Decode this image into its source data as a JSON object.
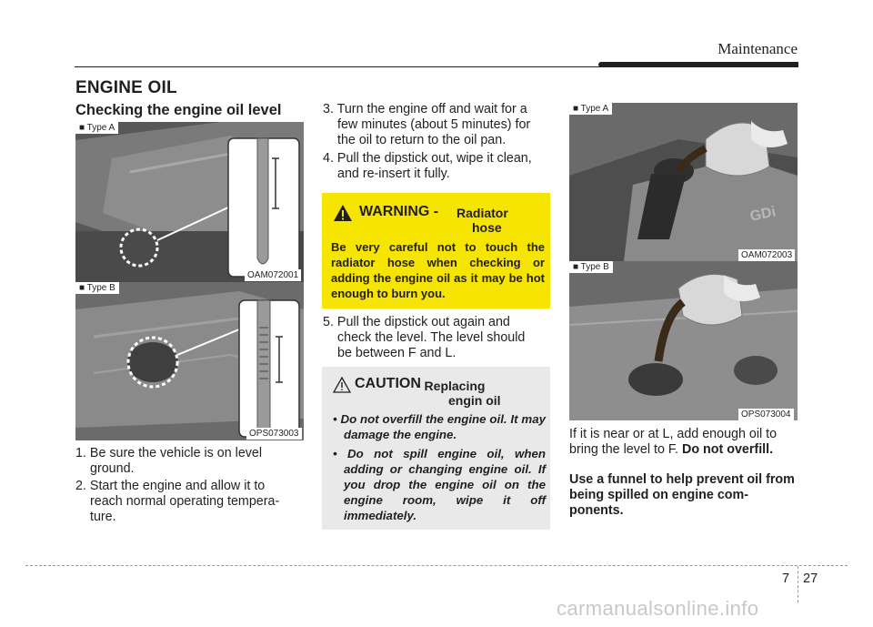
{
  "header": {
    "title": "Maintenance"
  },
  "section": {
    "title": "ENGINE OIL",
    "subtitle": "Checking the engine oil level"
  },
  "figures": {
    "left_top": {
      "type_label": "■ Type A",
      "code": "OAM072001"
    },
    "left_bottom": {
      "type_label": "■ Type B",
      "code": "OPS073003"
    },
    "right_top": {
      "type_label": "■ Type A",
      "code": "OAM072003"
    },
    "right_bottom": {
      "type_label": "■ Type B",
      "code": "OPS073004"
    }
  },
  "steps": {
    "s1_num": "1.",
    "s1_a": "Be sure the vehicle is on level",
    "s1_b": "ground.",
    "s2_num": "2.",
    "s2_a": "Start the engine and allow it to",
    "s2_b": "reach normal operating tempera-",
    "s2_c": "ture.",
    "s3_num": "3.",
    "s3_a": "Turn the engine off and wait for a",
    "s3_b": "few minutes (about 5 minutes) for",
    "s3_c": "the oil to return to the oil pan.",
    "s4_num": "4.",
    "s4_a": "Pull the dipstick out, wipe it clean,",
    "s4_b": "and re-insert it fully.",
    "s5_num": "5.",
    "s5_a": "Pull the dipstick out again and",
    "s5_b": "check the level. The level should",
    "s5_c": "be between F and L."
  },
  "warning": {
    "title": "WARNING -",
    "subject_line1": "Radiator",
    "subject_line2": "hose",
    "body": "Be very careful not to touch the radiator hose when checking or adding the engine oil as it may be hot enough to burn you."
  },
  "caution": {
    "title": "CAUTION",
    "subject_line1": "- Replacing",
    "subject_line2": "engin oil",
    "items": [
      "• Do not overfill the engine oil. It may damage the engine.",
      "• Do not spill engine oil, when adding or changing engine oil. If you drop the engine oil on the engine room, wipe it off immediately."
    ]
  },
  "right_text": {
    "p1": "If it is near or at L, add enough oil to bring the level to F.",
    "p1_bold": "Do not overfill.",
    "p2": "Use a funnel to help prevent oil from being spilled on engine com-ponents."
  },
  "footer": {
    "chapter": "7",
    "page": "27"
  },
  "watermark": "carmanualsonline.info"
}
